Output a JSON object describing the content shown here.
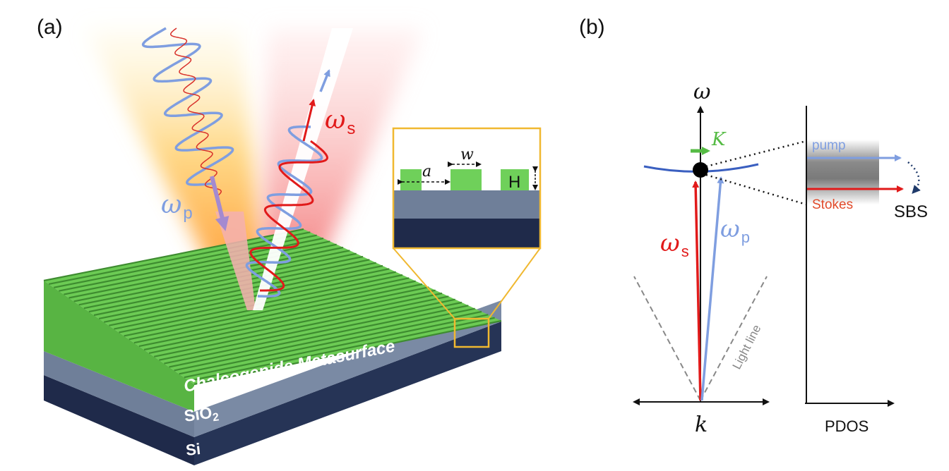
{
  "panel_a": {
    "label": "(a)",
    "omega_pump": "ω",
    "omega_pump_sub": "p",
    "omega_stokes": "ω",
    "omega_stokes_sub": "s",
    "metasurface_label": "Chalcogenide Metasurface",
    "sio2_label": "SiO",
    "sio2_sub": "2",
    "si_label": "Si",
    "inset": {
      "w": "w",
      "a": "a",
      "H": "H"
    }
  },
  "panel_b": {
    "label": "(b)",
    "omega_axis": "ω",
    "k_axis": "k",
    "K_label": "K",
    "omega_s": "ω",
    "omega_s_sub": "s",
    "omega_p": "ω",
    "omega_p_sub": "p",
    "light_line": "Light line",
    "pump": "pump",
    "stokes": "Stokes",
    "sbs": "SBS",
    "pdos": "PDOS"
  },
  "colors": {
    "pump_blue": "#7f9ee0",
    "stokes_red": "#e11a1a",
    "metasurface_green": "#6fd05a",
    "sio2": "#6f7f99",
    "si": "#1f2a4a",
    "inset_frame": "#f0b830"
  }
}
